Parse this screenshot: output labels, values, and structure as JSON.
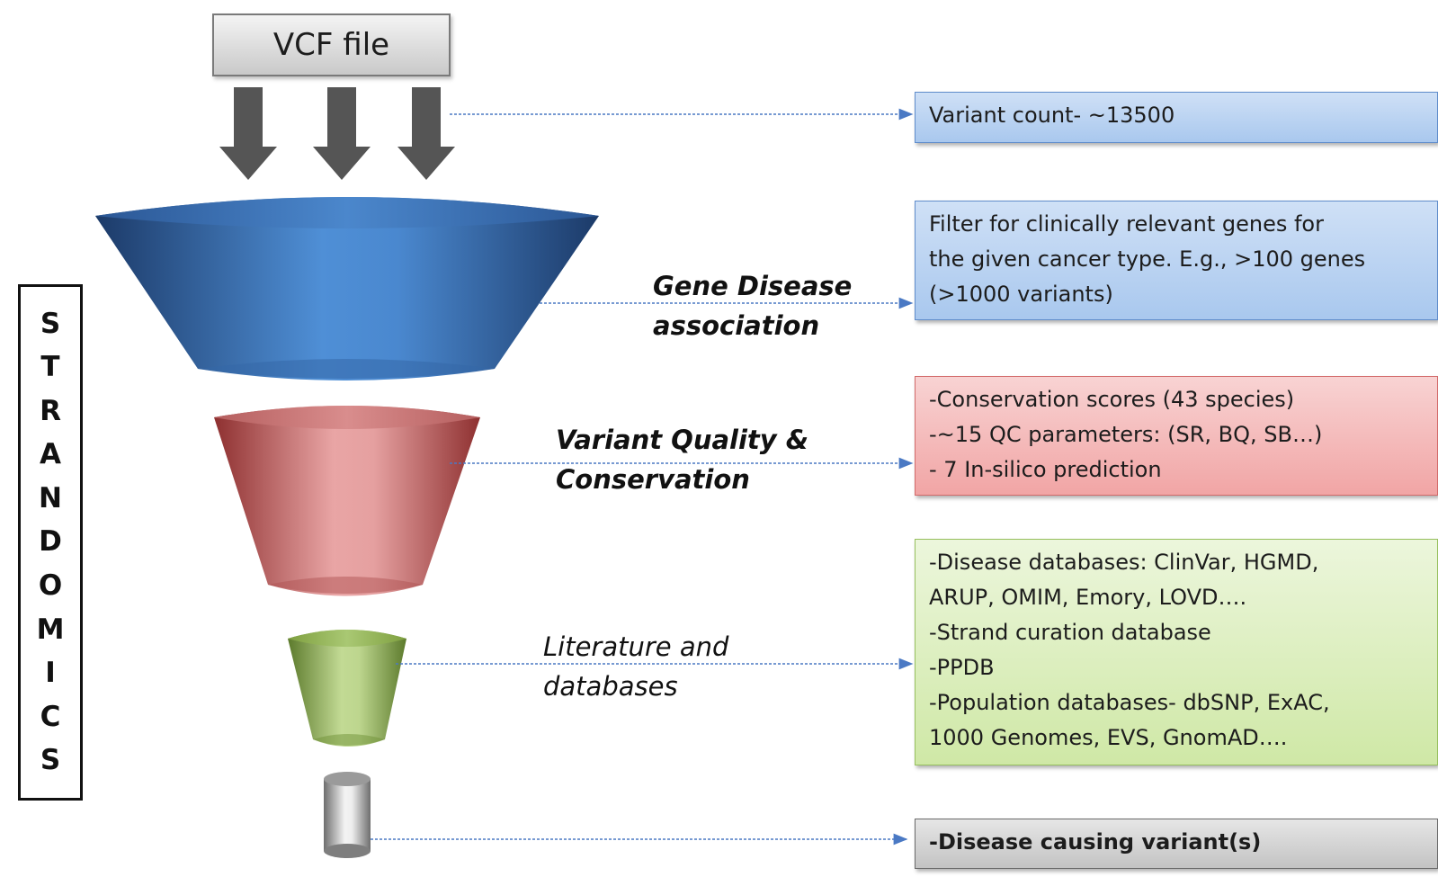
{
  "input": {
    "label": "VCF file"
  },
  "side_label": {
    "letters": [
      "S",
      "T",
      "R",
      "A",
      "N",
      "D",
      "O",
      "M",
      "I",
      "C",
      "S"
    ]
  },
  "stages": [
    {
      "label": "Gene Disease\nassociation",
      "color": "#3f78c0"
    },
    {
      "label": "Variant Quality &\nConservation",
      "color": "#c86c6c"
    },
    {
      "label": "Literature and\ndatabases",
      "color": "#93b65a"
    }
  ],
  "boxes": {
    "variant_count": {
      "lines": [
        "Variant count- ~13500"
      ],
      "color": "#b8d2f1"
    },
    "gene_filter": {
      "lines": [
        "Filter for clinically relevant genes for",
        "the given cancer type. E.g., >100 genes",
        "(>1000 variants)"
      ],
      "color": "#b8d2f1"
    },
    "quality": {
      "lines": [
        "-Conservation  scores (43 species)",
        "-~15 QC parameters: (SR, BQ, SB…)",
        "- 7 In-silico  prediction"
      ],
      "color": "#f4baba"
    },
    "literature": {
      "lines": [
        "-Disease databases: ClinVar, HGMD,",
        "ARUP, OMIM, Emory, LOVD….",
        "-Strand curation database",
        "-PPDB",
        "-Population databases- dbSNP, ExAC,",
        "1000 Genomes, EVS, GnomAD…."
      ],
      "color": "#dcefbf"
    },
    "result": {
      "lines": [
        "-Disease causing variant(s)"
      ],
      "color": "#d2d2d2"
    }
  }
}
